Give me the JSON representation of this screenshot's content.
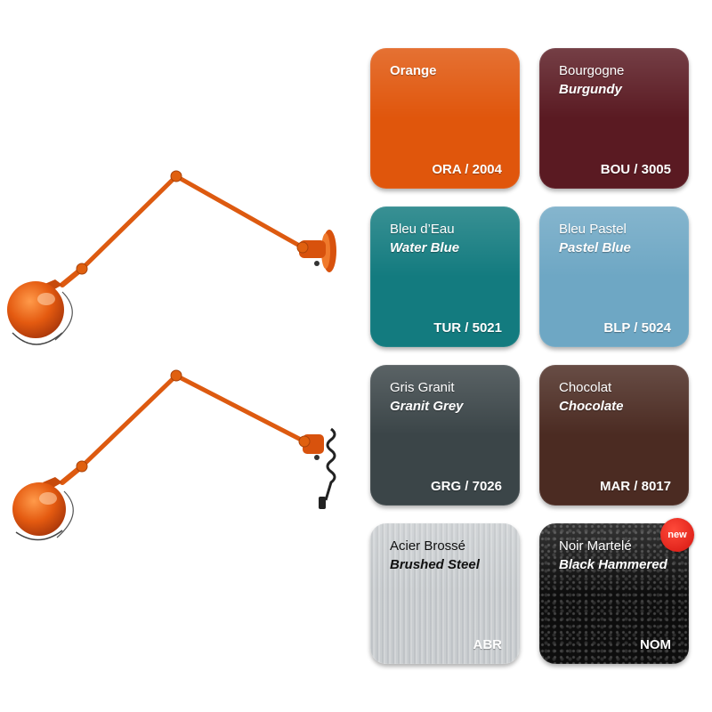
{
  "lamps": [
    {
      "icon": "wall-lamp-icon",
      "color": "#e45a10"
    },
    {
      "icon": "wall-lamp-with-cord-icon",
      "color": "#e45a10"
    }
  ],
  "swatches": [
    {
      "name": "Orange",
      "sub": "",
      "code": "ORA / 2004",
      "color": "#e0560c"
    },
    {
      "name": "Bourgogne",
      "sub": "Burgundy",
      "code": "BOU / 3005",
      "color": "#5a1a22"
    },
    {
      "name": "Bleu d’Eau",
      "sub": "Water Blue",
      "code": "TUR / 5021",
      "color": "#137b7f"
    },
    {
      "name": "Bleu Pastel",
      "sub": "Pastel Blue",
      "code": "BLP / 5024",
      "color": "#6ea7c4"
    },
    {
      "name": "Gris Granit",
      "sub": "Granit Grey",
      "code": "GRG / 7026",
      "color": "#3b4548"
    },
    {
      "name": "Chocolat",
      "sub": "Chocolate",
      "code": "MAR / 8017",
      "color": "#4b2b22"
    },
    {
      "name": "Acier Brossé",
      "sub": "Brushed Steel",
      "code": "ABR",
      "color": "#c6cacd"
    },
    {
      "name": "Noir Martelé",
      "sub": "Black Hammered",
      "code": "NOM",
      "color": "#111111"
    }
  ],
  "badge": {
    "label": "new",
    "color": "#e01e14"
  }
}
